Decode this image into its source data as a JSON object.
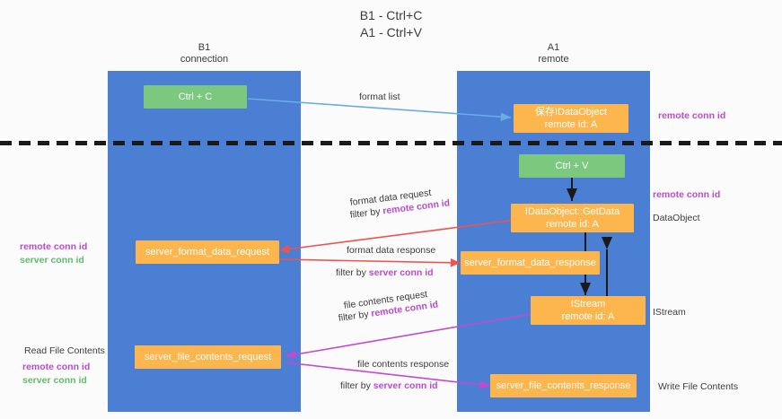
{
  "title": {
    "line1": "B1 - Ctrl+C",
    "line2": "A1 - Ctrl+V"
  },
  "lanes": [
    {
      "name": "B1",
      "sub": "connection",
      "color": "#4a7fd4"
    },
    {
      "name": "A1",
      "sub": "remote",
      "color": "#4a7fd4"
    }
  ],
  "nodes": [
    {
      "id": "ctrl-c",
      "line1": "Ctrl + C",
      "line2": "",
      "color": "#7ac97f"
    },
    {
      "id": "idataobject",
      "line1": "保存IDataObject",
      "line2": "remote id: A",
      "color": "#fcb64d"
    },
    {
      "id": "ctrl-v",
      "line1": "Ctrl + V",
      "line2": "",
      "color": "#7ac97f"
    },
    {
      "id": "getdata",
      "line1": "IDataObject::GetData",
      "line2": "remote id: A",
      "color": "#fcb64d"
    },
    {
      "id": "server-format-data-request",
      "line1": "server_format_data_request",
      "line2": "",
      "color": "#fcb64d"
    },
    {
      "id": "server-format-data-response",
      "line1": "server_format_data_response",
      "line2": "",
      "color": "#fcb64d"
    },
    {
      "id": "istream",
      "line1": "IStream",
      "line2": "remote id: A",
      "color": "#fcb64d"
    },
    {
      "id": "server-file-contents-request",
      "line1": "server_file_contents_request",
      "line2": "",
      "color": "#fcb64d"
    },
    {
      "id": "server-file-contents-response",
      "line1": "server_file_contents_response",
      "line2": "",
      "color": "#fcb64d"
    }
  ],
  "edge_labels": {
    "format_list": "format list",
    "format_data_request": "format data request",
    "format_data_request_filter_pre": "filter by ",
    "format_data_request_filter_key": "remote conn id",
    "format_data_response": "format data response",
    "format_data_response_filter_pre": "filter by ",
    "format_data_response_filter_key": "server conn id",
    "file_contents_request": "file contents request",
    "file_contents_request_filter_pre": "filter by ",
    "file_contents_request_filter_key": "remote conn id",
    "file_contents_response": "file contents response",
    "file_contents_response_filter_pre": "filter by ",
    "file_contents_response_filter_key": "server conn id"
  },
  "right_labels": {
    "remote_conn_id_top": "remote conn id",
    "remote_conn_id_mid": "remote conn id",
    "dataobject": "DataObject",
    "istream": "IStream",
    "write_file_contents": "Write File Contents"
  },
  "left_labels": {
    "remote_conn_id_mid": "remote conn id",
    "server_conn_id_mid": "server conn id",
    "read_file_contents": "Read File Contents",
    "remote_conn_id_bot": "remote conn id",
    "server_conn_id_bot": "server conn id"
  },
  "colors": {
    "lane": "#4a7fd4",
    "green": "#7ac97f",
    "orange": "#fcb64d",
    "remote_key": "#b84bd0",
    "server_key": "#5fbb6a",
    "arrow_blue": "#6aaee0",
    "arrow_red": "#ef5350",
    "arrow_magenta": "#c34ad0",
    "arrow_dark": "#1a1a1a"
  }
}
